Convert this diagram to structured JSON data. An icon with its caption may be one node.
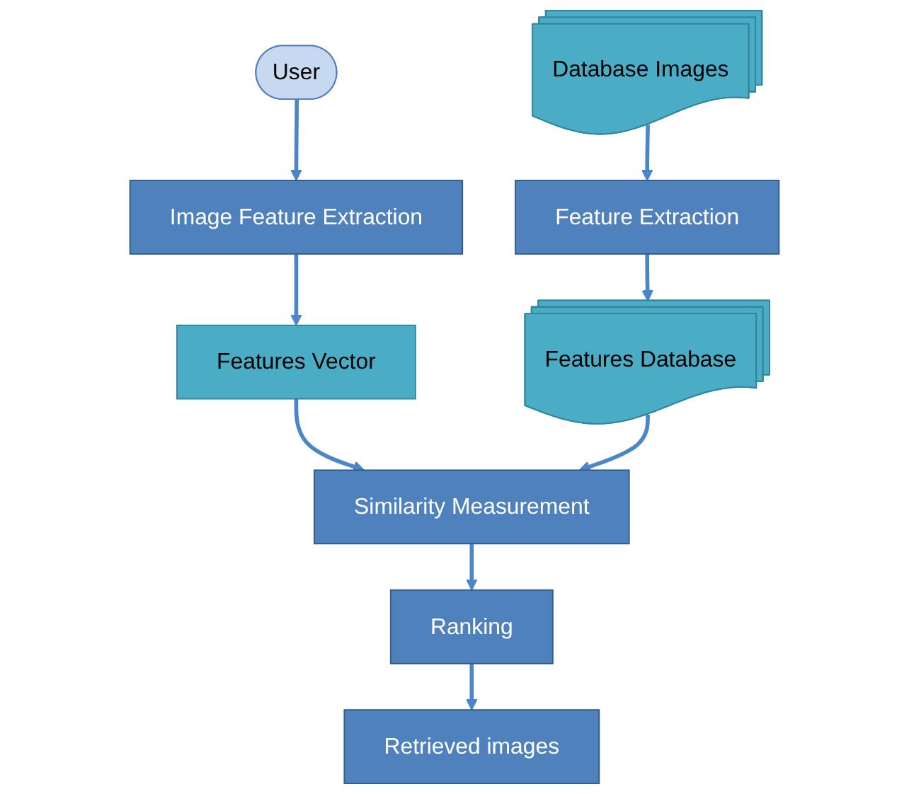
{
  "diagram": {
    "nodes": [
      {
        "text": [
          "User"
        ]
      },
      {
        "text": [
          "Image Feature Extraction"
        ]
      },
      {
        "text": [
          "Features Vector"
        ]
      },
      {
        "text": [
          "Database Images"
        ]
      },
      {
        "text": [
          "Feature Extraction"
        ]
      },
      {
        "text": [
          "Features Database"
        ]
      },
      {
        "text": [
          "Similarity Measurement"
        ]
      },
      {
        "text": [
          "Ranking"
        ]
      },
      {
        "text": [
          "Retrieved images"
        ]
      }
    ],
    "edges": [
      {
        "from": 0,
        "to": 1,
        "arrow": "to"
      },
      {
        "from": 1,
        "to": 2,
        "arrow": "to"
      },
      {
        "from": 3,
        "to": 4,
        "arrow": "to"
      },
      {
        "from": 4,
        "to": 5,
        "arrow": "to"
      },
      {
        "from": 2,
        "to": 6,
        "arrow": "to"
      },
      {
        "from": 5,
        "to": 6,
        "arrow": "to"
      },
      {
        "from": 6,
        "to": 7,
        "arrow": "to"
      },
      {
        "from": 7,
        "to": 8,
        "arrow": "to"
      }
    ]
  }
}
